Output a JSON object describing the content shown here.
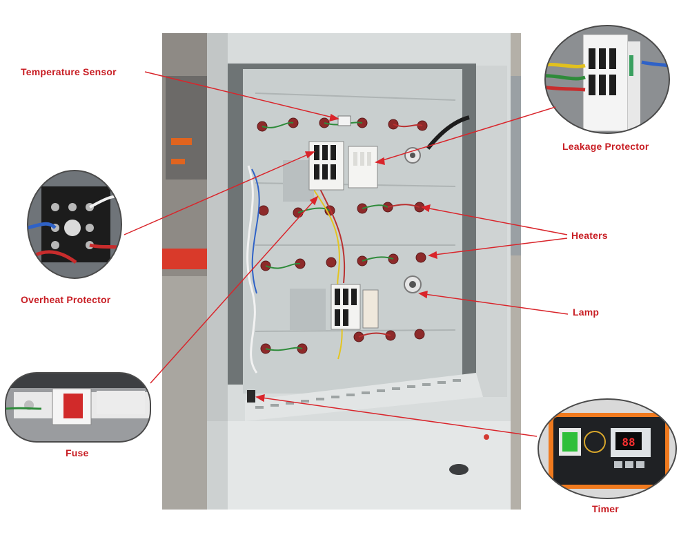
{
  "labels": {
    "temperature_sensor": "Temperature Sensor",
    "leakage_protector": "Leakage Protector",
    "heaters": "Heaters",
    "lamp": "Lamp",
    "overheat_protector": "Overheat Protector",
    "fuse": "Fuse",
    "timer": "Timer"
  },
  "timer_display": "88",
  "colors": {
    "callout_text": "#c81e24",
    "callout_line": "#d9252b",
    "cabinet": "#d8dcdc",
    "panel": "#c9cfcf"
  }
}
